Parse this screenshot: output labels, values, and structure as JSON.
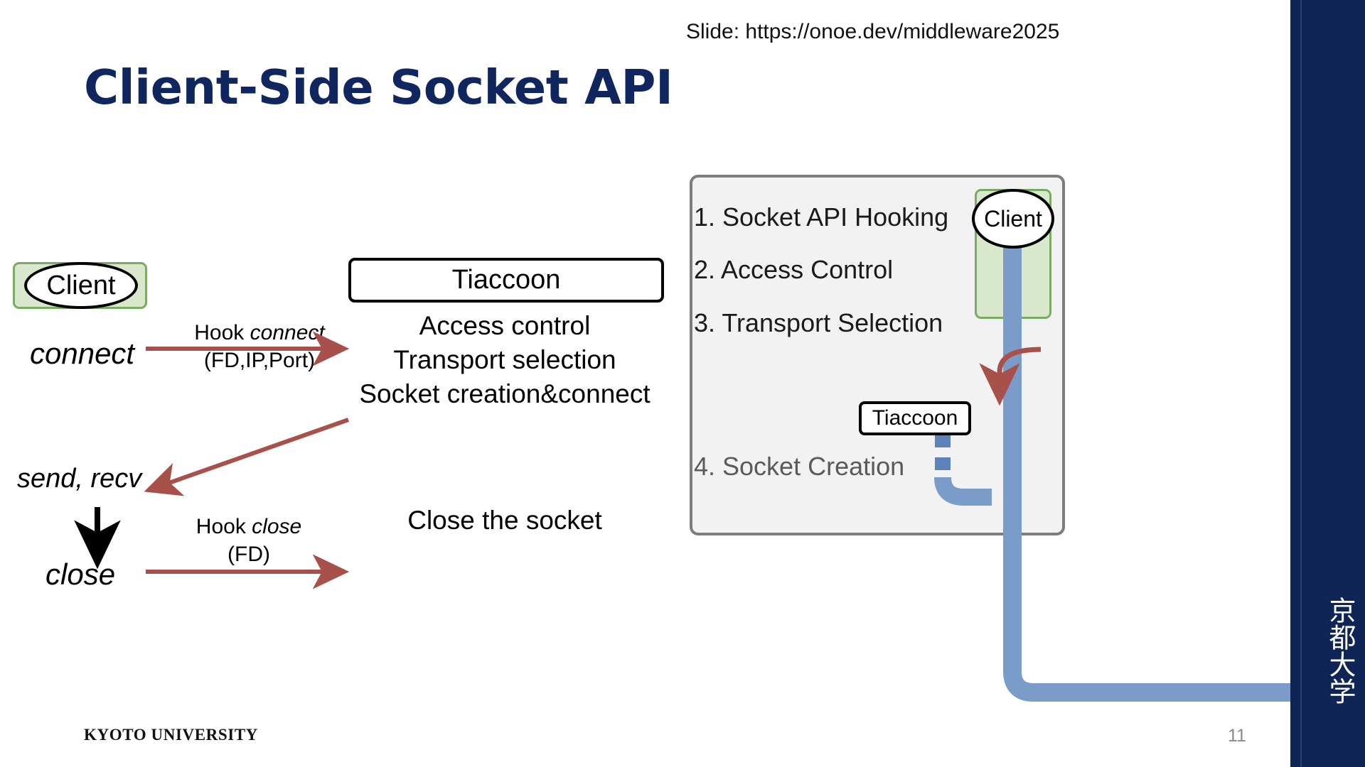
{
  "header": {
    "slide_link": "Slide: https://onoe.dev/middleware2025"
  },
  "title": "Client-Side Socket API",
  "footer": {
    "university": "KYOTO UNIVERSITY",
    "page_number": "11",
    "sidebar_jp": "京都大学"
  },
  "colors": {
    "title_navy": "#10265e",
    "sidebar_navy": "#0e2555",
    "arrow_red": "#a8504a",
    "green_fill": "#d9e8cd",
    "green_border": "#7aab62",
    "panel_fill": "#f2f2f2",
    "panel_border": "#7d7d7d",
    "blue_pipe": "#7b9cc8"
  },
  "left_diagram": {
    "client_node": "Client",
    "call_connect": "connect",
    "call_send_recv": "send, recv",
    "call_close": "close",
    "hook_connect": {
      "prefix": "Hook ",
      "api": "connect",
      "args": "(FD,IP,Port)"
    },
    "hook_close": {
      "prefix": "Hook ",
      "api": "close",
      "args": "(FD)"
    },
    "middleware_title": "Tiaccoon",
    "middleware_lines": [
      "Access control",
      "Transport selection",
      "Socket creation&connect"
    ],
    "close_action": "Close the socket"
  },
  "overview_panel": {
    "steps": [
      "1. Socket API Hooking",
      "2. Access Control",
      "3. Transport Selection",
      "4. Socket Creation"
    ],
    "client_node": "Client",
    "tiaccoon_node": "Tiaccoon"
  }
}
